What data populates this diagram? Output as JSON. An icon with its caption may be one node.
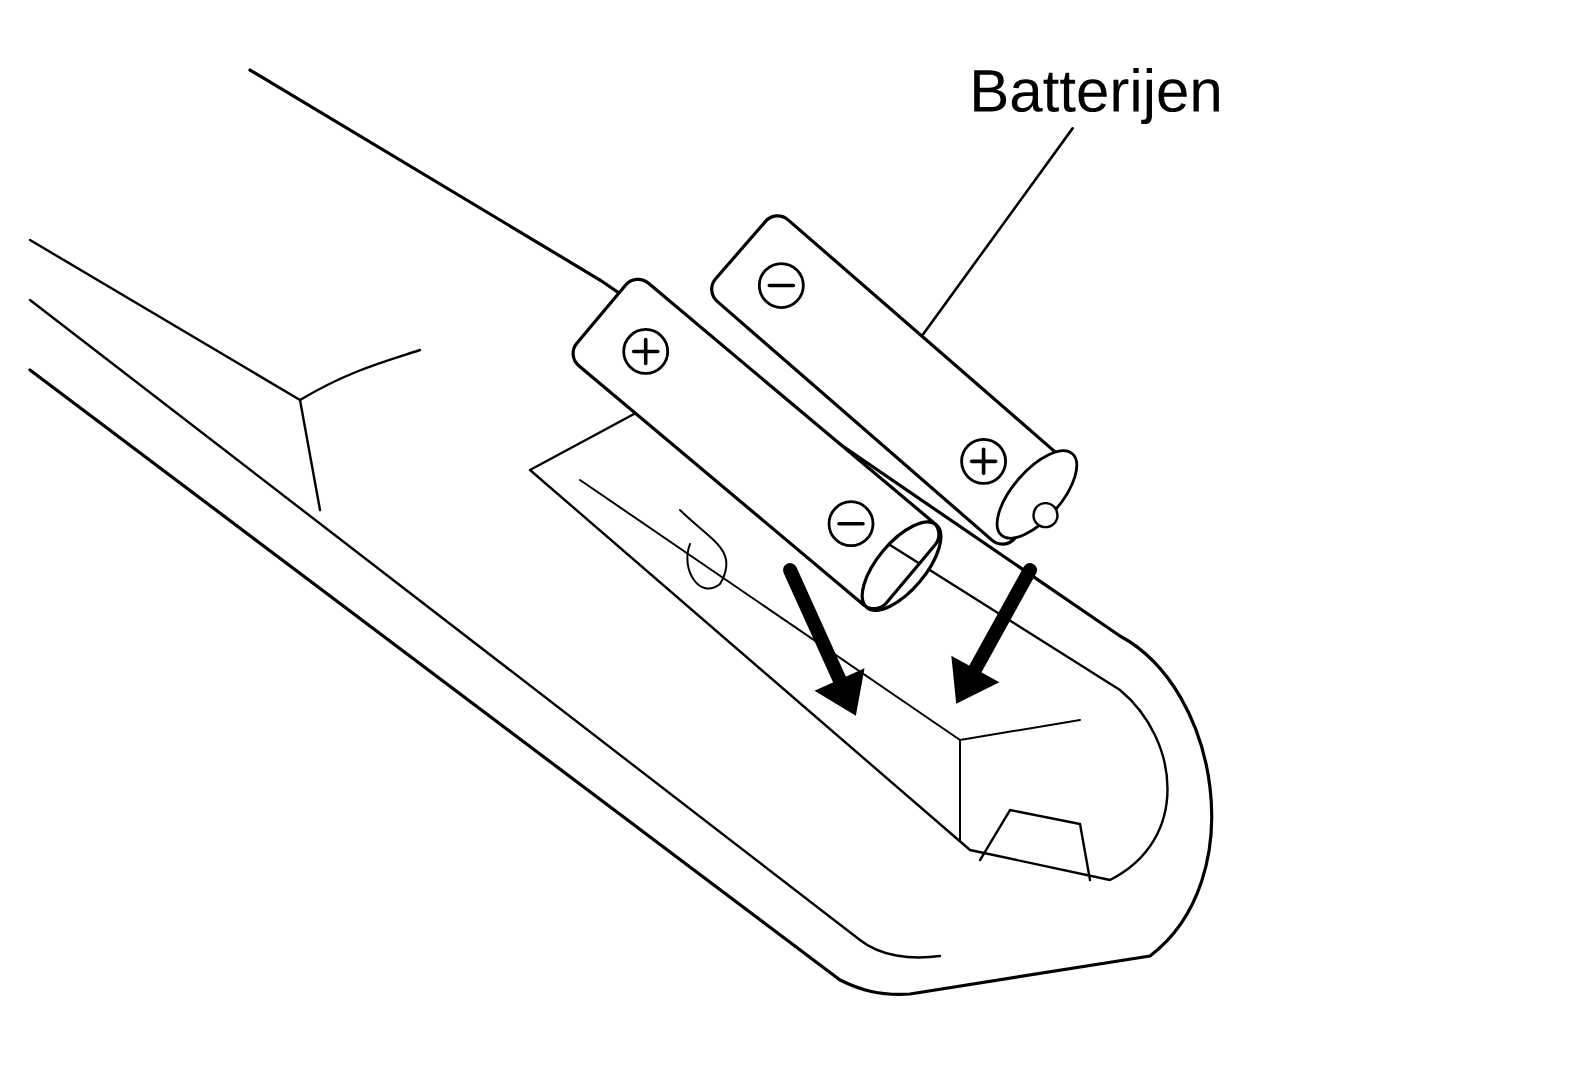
{
  "diagram": {
    "nodes": [
      {
        "text": [
          "Batterijen"
        ]
      },
      {
        "text": [],
        "shape": "picture"
      }
    ],
    "edges": [
      {
        "from": 0,
        "to": 1,
        "arrow": "none"
      }
    ]
  }
}
